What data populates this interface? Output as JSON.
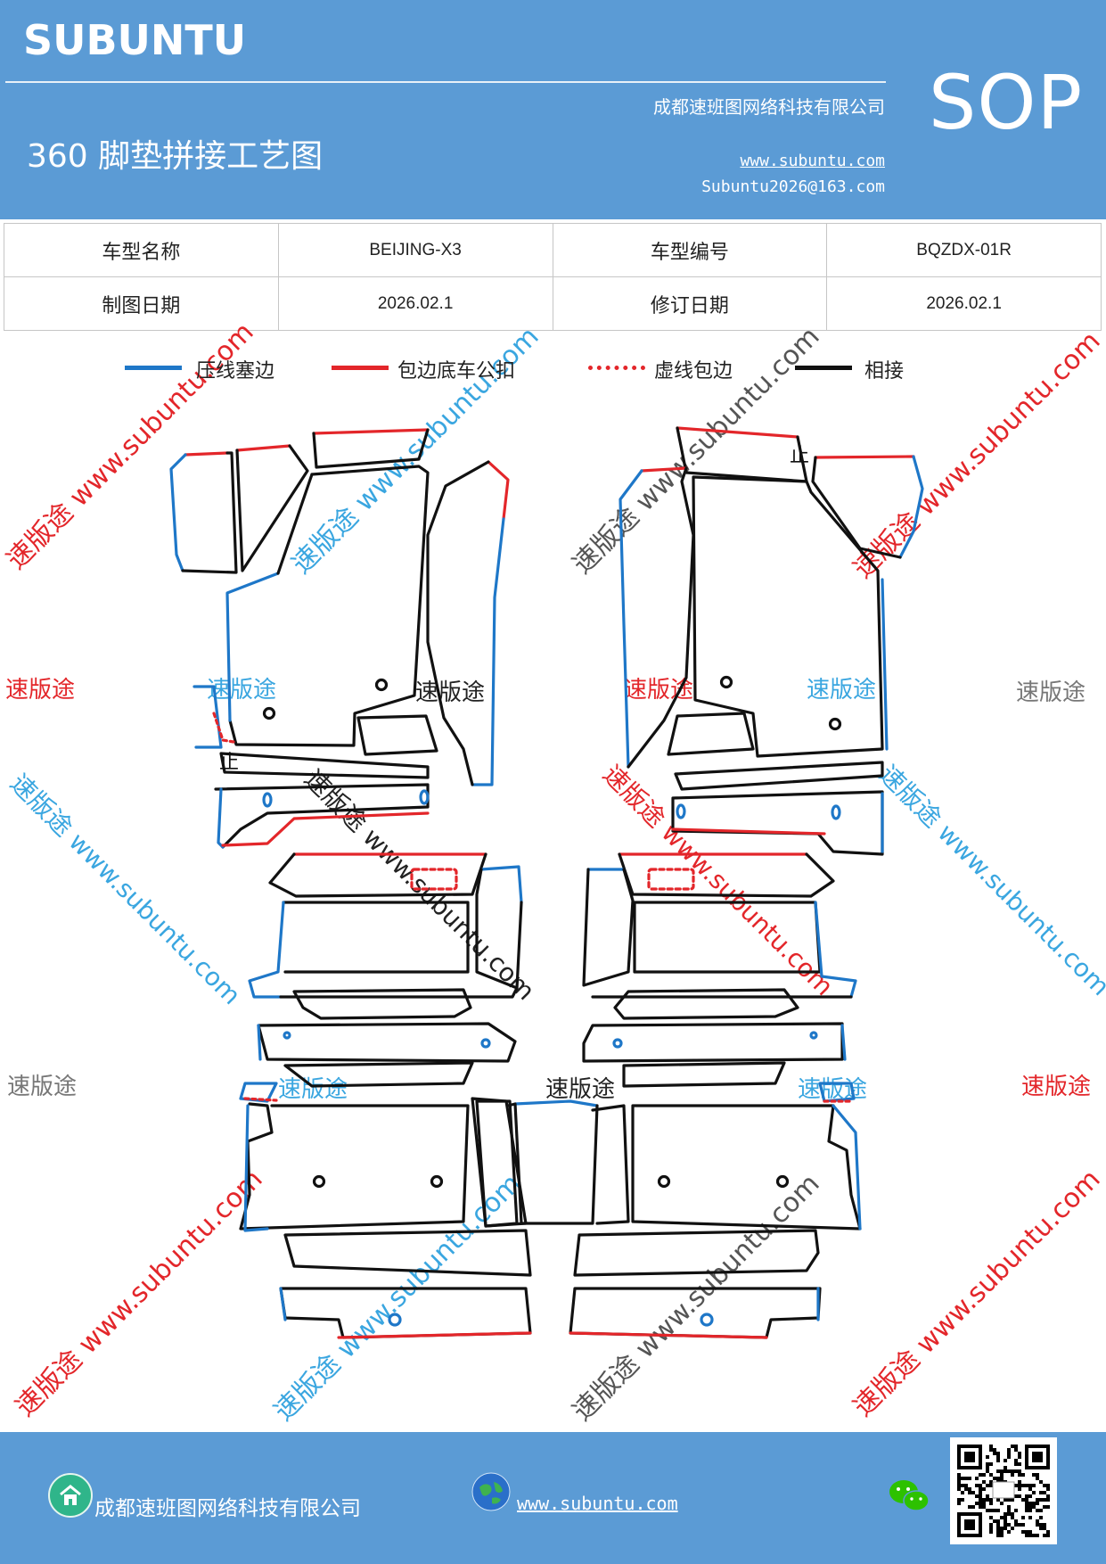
{
  "header": {
    "brand": "SUBUNTU",
    "company": "成都速班图网络科技有限公司",
    "doc_type": "SOP",
    "title": "360 脚垫拼接工艺图",
    "website": "www.subuntu.com",
    "email": "Subuntu2026@163.com"
  },
  "info_table": {
    "rows": [
      [
        "车型名称",
        "BEIJING-X3",
        "车型编号",
        "BQZDX-01R"
      ],
      [
        "制图日期",
        "2026.02.1",
        "修订日期",
        "2026.02.1"
      ]
    ]
  },
  "legend": [
    {
      "label": "压线塞边",
      "color": "#1e77c8",
      "style": "solid"
    },
    {
      "label": "包边底车公扣",
      "color": "#e3262a",
      "style": "solid"
    },
    {
      "label": "虚线包边",
      "color": "#e3262a",
      "style": "dotted"
    },
    {
      "label": "相接",
      "color": "#111111",
      "style": "solid"
    }
  ],
  "diagram": {
    "stop_mark": "止",
    "colors": {
      "blue": "#1e77c8",
      "red": "#e3262a",
      "black": "#111111"
    }
  },
  "watermarks": {
    "brand_cn": "速版途",
    "diagonal": "速版途 www.subuntu.com",
    "colors": {
      "red": "#e3262a",
      "blue": "#3aa6e0",
      "gray": "#777777",
      "black": "#222222"
    }
  },
  "footer": {
    "company": "成都速班图网络科技有限公司",
    "website": "www.subuntu.com",
    "icons": [
      "house-icon",
      "globe-icon",
      "wechat-icon",
      "qr-code"
    ]
  }
}
